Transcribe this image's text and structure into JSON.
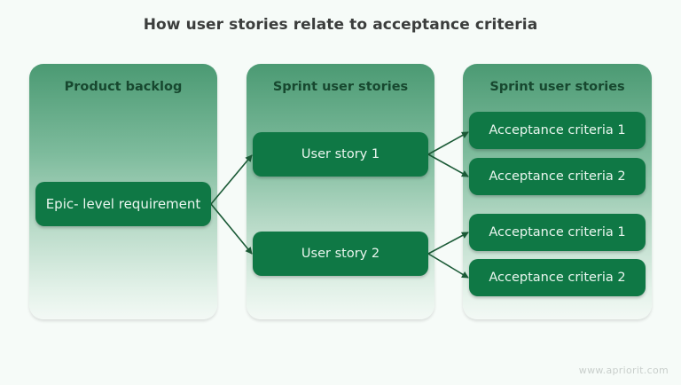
{
  "title": "How user stories relate to acceptance criteria",
  "colors": {
    "node_fill": "#0f7845",
    "node_text": "#eaf6ef",
    "panel_top": "#4b9a73",
    "panel_bottom": "#f3f9f5",
    "panel_title": "#17482f",
    "arrow": "#1a5a36",
    "title_text": "#3b3d3c"
  },
  "panels": [
    {
      "title": "Product backlog"
    },
    {
      "title": "Sprint user stories"
    },
    {
      "title": "Sprint user stories"
    }
  ],
  "nodes": {
    "epic": "Epic- level requirement",
    "user_story_1": "User story 1",
    "user_story_2": "User story 2",
    "ac_1a": "Acceptance criteria 1",
    "ac_2a": "Acceptance criteria 2",
    "ac_1b": "Acceptance criteria 1",
    "ac_2b": "Acceptance criteria 2"
  },
  "edges": [
    {
      "from": "Epic- level requirement",
      "to": "User story 1"
    },
    {
      "from": "Epic- level requirement",
      "to": "User story 2"
    },
    {
      "from": "User story 1",
      "to": "Acceptance criteria 1"
    },
    {
      "from": "User story 1",
      "to": "Acceptance criteria 2"
    },
    {
      "from": "User story 2",
      "to": "Acceptance criteria 1"
    },
    {
      "from": "User story 2",
      "to": "Acceptance criteria 2"
    }
  ],
  "watermark": "www.apriorit.com"
}
